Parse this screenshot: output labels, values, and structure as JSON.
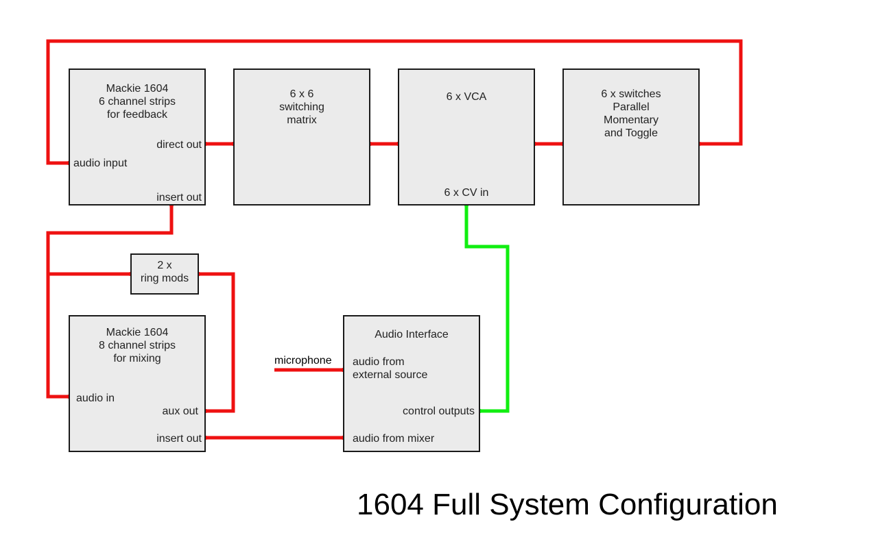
{
  "title": "1604 Full System Configuration",
  "colors": {
    "audio_wire": "#ee1111",
    "cv_wire": "#11ee11",
    "box_fill": "#ebebeb",
    "box_border": "#1a1a1a"
  },
  "boxes": {
    "mackie_feedback": {
      "title": "Mackie 1604\n6 channel strips\nfor feedback",
      "ports": {
        "direct_out": "direct out",
        "audio_input": "audio input",
        "insert_out": "insert out"
      }
    },
    "switching_matrix": {
      "title": "6 x 6\nswitching\nmatrix"
    },
    "vca": {
      "title": "6 x VCA",
      "ports": {
        "cv_in": "6 x CV in"
      }
    },
    "switches": {
      "title": "6 x switches\nParallel\nMomentary\nand Toggle"
    },
    "ring_mods": {
      "title": "2 x\nring mods"
    },
    "mackie_mixing": {
      "title": "Mackie 1604\n8 channel strips\nfor mixing",
      "ports": {
        "audio_in": "audio in",
        "aux_out": "aux out",
        "insert_out": "insert out"
      }
    },
    "audio_interface": {
      "title": "Audio Interface",
      "ports": {
        "audio_from_external": "audio from\nexternal source",
        "control_outputs": "control outputs",
        "audio_from_mixer": "audio from mixer"
      }
    }
  },
  "labels": {
    "microphone": "microphone"
  },
  "connections": [
    {
      "from": "mackie_feedback.direct_out",
      "to": "switching_matrix",
      "signal": "audio"
    },
    {
      "from": "switching_matrix",
      "to": "vca",
      "signal": "audio"
    },
    {
      "from": "vca",
      "to": "switches",
      "signal": "audio"
    },
    {
      "from": "switches",
      "to": "mackie_feedback.audio_input",
      "signal": "audio"
    },
    {
      "from": "mackie_feedback.insert_out",
      "to": "ring_mods",
      "signal": "audio"
    },
    {
      "from": "mackie_feedback.insert_out",
      "to": "mackie_mixing.audio_in",
      "signal": "audio"
    },
    {
      "from": "ring_mods",
      "to": "mackie_mixing.aux_out",
      "signal": "audio"
    },
    {
      "from": "mackie_mixing.insert_out",
      "to": "audio_interface.audio_from_mixer",
      "signal": "audio"
    },
    {
      "from": "microphone",
      "to": "audio_interface.audio_from_external",
      "signal": "audio"
    },
    {
      "from": "audio_interface.control_outputs",
      "to": "vca.cv_in",
      "signal": "cv"
    }
  ]
}
